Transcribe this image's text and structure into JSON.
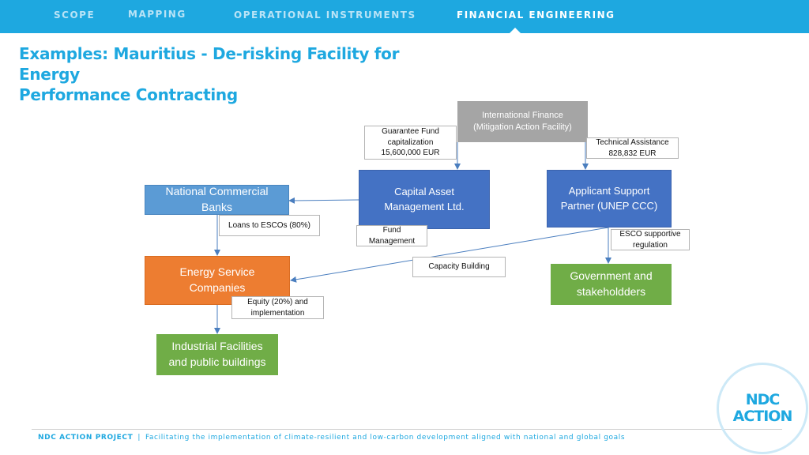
{
  "nav": {
    "items": [
      "SCOPE",
      "MAPPING",
      "OPERATIONAL INSTRUMENTS",
      "FINANCIAL ENGINEERING"
    ],
    "active": "FINANCIAL ENGINEERING"
  },
  "title": {
    "line1": "Examples: Mauritius - De-risking Facility for Energy",
    "line2": "Performance Contracting"
  },
  "nodes": {
    "international_finance": "International Finance (Mitigation Action Facility)",
    "capital_asset": "Capital Asset Management Ltd.",
    "applicant_support": "Applicant Support Partner (UNEP CCC)",
    "national_banks": "National Commercial Banks",
    "energy_service": "Energy Service Companies",
    "government": "Government and stakeholdders",
    "industrial": "Industrial Facilities and public buildings"
  },
  "edge_labels": {
    "guarantee_fund": "Guarantee Fund capitalization 15,600,000 EUR",
    "technical_assistance": "Technical Assistance 828,832 EUR",
    "loans": "Loans to ESCOs (80%)",
    "fund_management": "Fund Management",
    "esco_regulation": "ESCO supportive regulation",
    "capacity_building": "Capacity Building",
    "equity": "Equity (20%) and implementation"
  },
  "colors": {
    "accent": "#1ea8e0",
    "gray": "#a5a5a5",
    "blue_dark": "#4472c4",
    "blue_light": "#5b9bd5",
    "orange": "#ed7d31",
    "green": "#70ad47"
  },
  "footer": {
    "project": "NDC ACTION PROJECT",
    "separator": "|",
    "tagline": "Facilitating the implementation of climate-resilient and low-carbon development aligned with national and global goals"
  },
  "logo": {
    "line1": "NDC",
    "line2": "ACTION"
  }
}
